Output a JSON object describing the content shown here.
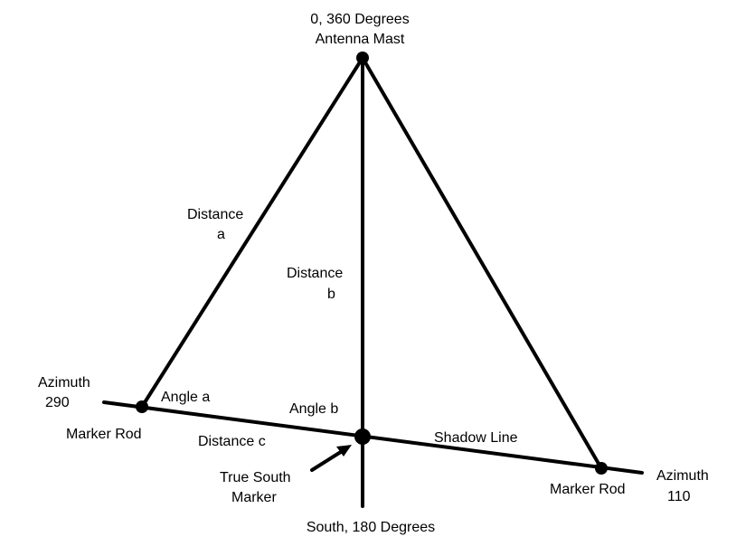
{
  "labels": {
    "top_line1": "0, 360 Degrees",
    "top_line2": "Antenna Mast",
    "distance_a_line1": "Distance",
    "distance_a_line2": "a",
    "distance_b_line1": "Distance",
    "distance_b_line2": "b",
    "azimuth_left_line1": "Azimuth",
    "azimuth_left_line2": "290",
    "angle_a": "Angle a",
    "angle_b": "Angle b",
    "marker_rod_left": "Marker Rod",
    "distance_c": "Distance c",
    "shadow_line": "Shadow Line",
    "true_south_line1": "True South",
    "true_south_line2": "Marker",
    "azimuth_right_line1": "Azimuth",
    "azimuth_right_line2": "110",
    "marker_rod_right": "Marker Rod",
    "bottom": "South, 180 Degrees"
  },
  "colors": {
    "ink": "#000000",
    "background": "#ffffff"
  }
}
